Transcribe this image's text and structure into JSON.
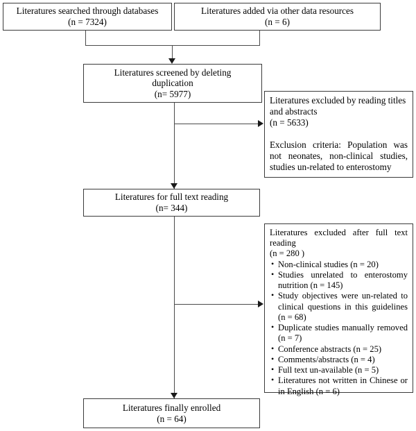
{
  "diagram": {
    "title": "Literature selection flow diagram",
    "type": "prisma-flowchart",
    "stroke_color": "#3a3a3a",
    "background_color": "#ffffff"
  },
  "boxes": {
    "databases": {
      "line1": "Literatures searched through databases",
      "line2": "(n = 7324)"
    },
    "other_sources": {
      "line1": "Literatures added via other data resources",
      "line2": "(n = 6)"
    },
    "screened": {
      "line1": "Literatures screened by deleting",
      "line2": "duplication",
      "line3": "(n= 5977)"
    },
    "full_text": {
      "line1": "Literatures for full text reading",
      "line2": "(n= 344)"
    },
    "enrolled": {
      "line1": "Literatures finally enrolled",
      "line2": "(n = 64)"
    },
    "excluded_titles": {
      "line1": "Literatures excluded by reading titles",
      "line2": "and abstracts",
      "line3": "(n = 5633)",
      "line4": "Exclusion criteria: Population was not neonates, non-clinical studies, studies un-related to enterostomy"
    },
    "excluded_fulltext": {
      "head": "Literatures excluded after full text reading",
      "count": "(n = 280 )",
      "items": [
        "Non-clinical studies (n = 20)",
        "Studies unrelated to enterostomy nutrition (n = 145)",
        "Study objectives were un-related to clinical questions in this guidelines (n = 68)",
        "Duplicate studies manually removed (n = 7)",
        "Conference abstracts (n = 25)",
        "Comments/abstracts (n = 4)",
        "Full text un-available (n = 5)",
        "Literatures not written in Chinese or in English (n = 6)"
      ]
    }
  }
}
